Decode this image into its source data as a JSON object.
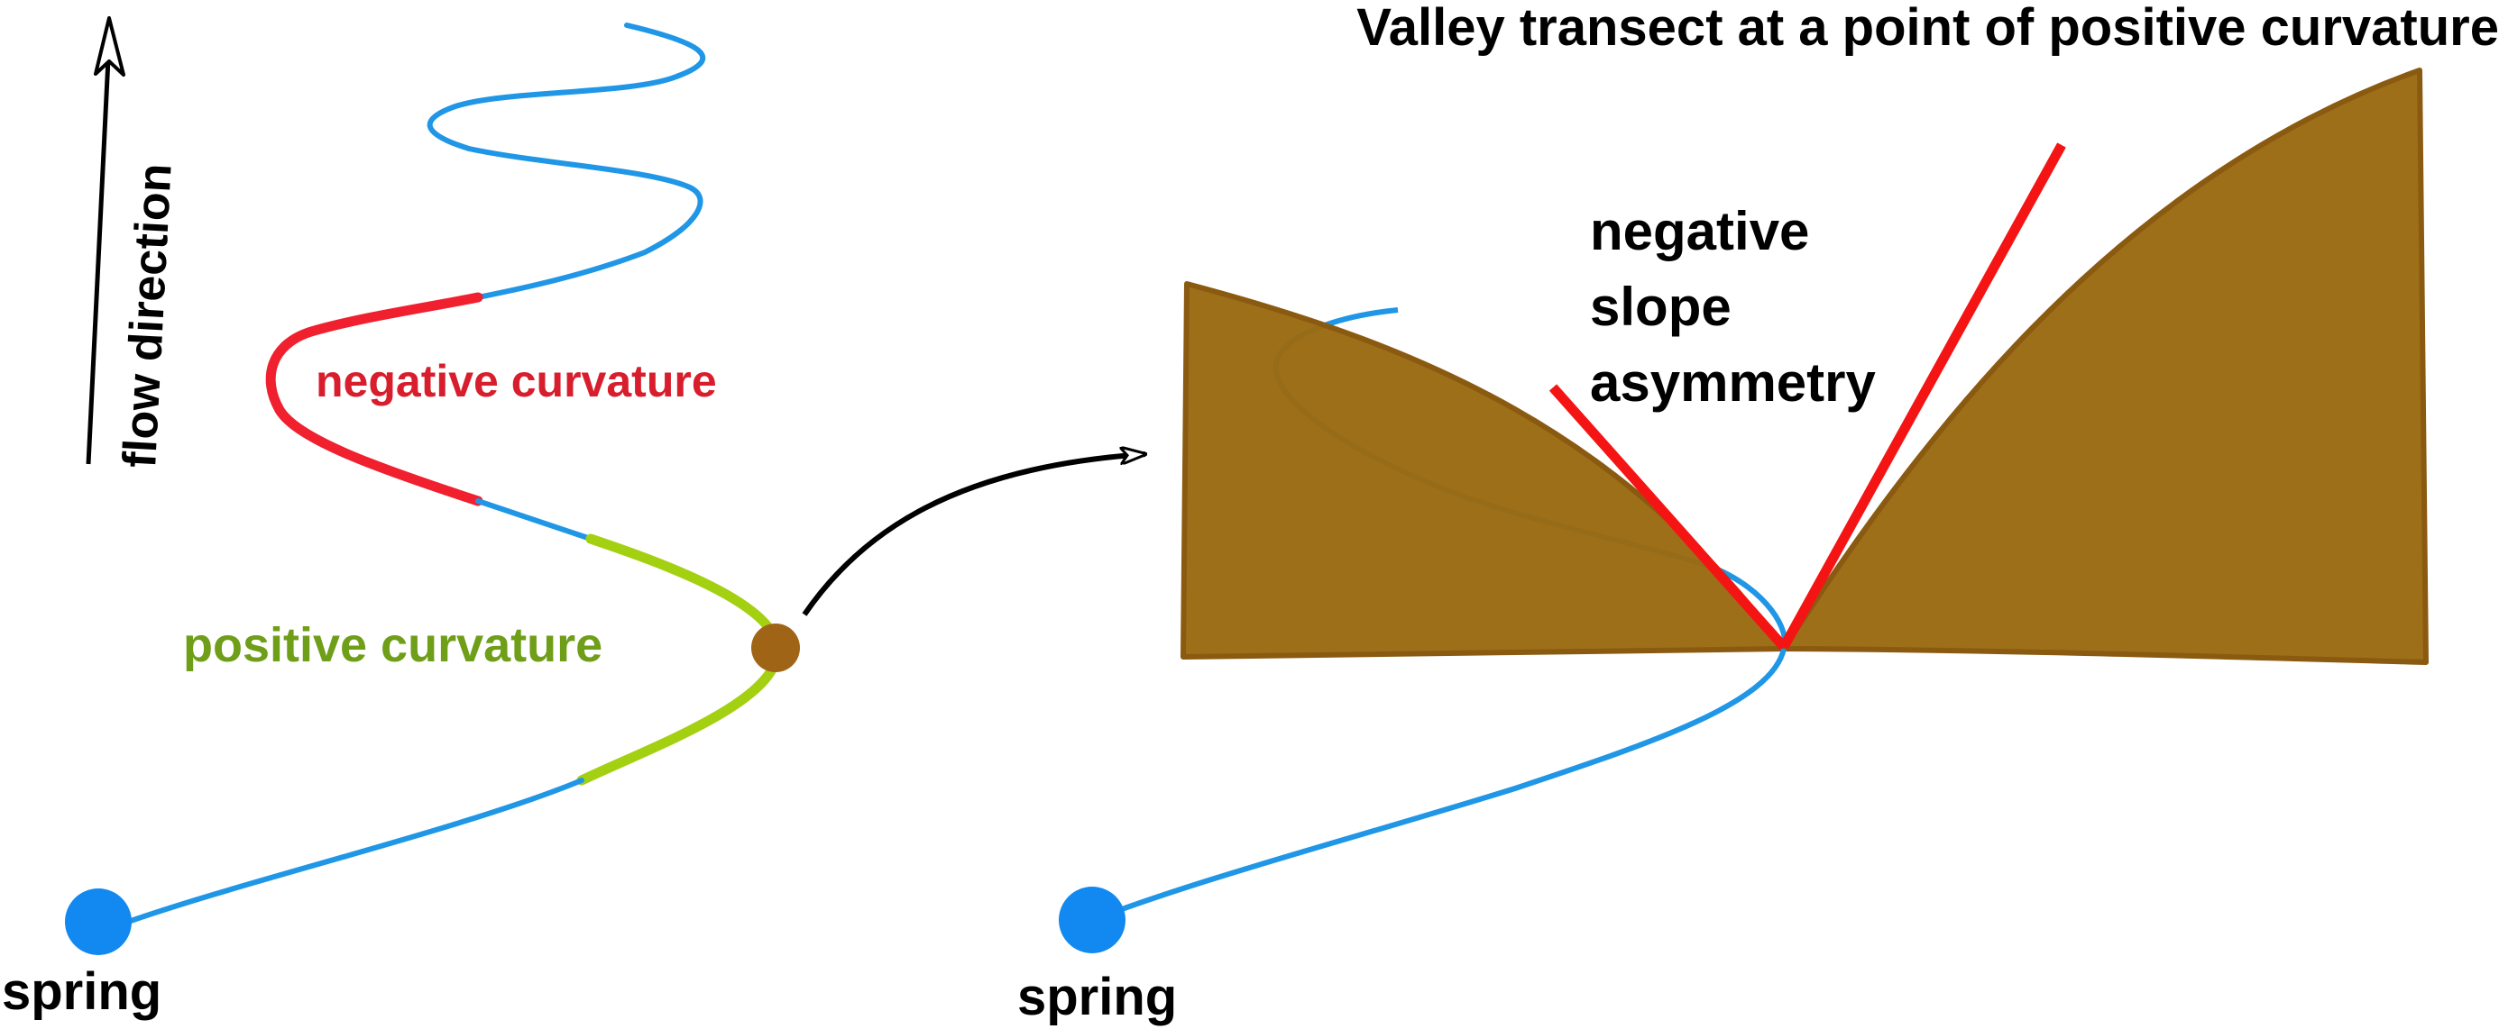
{
  "title": "Valley transect at a point of positive curvature",
  "labels": {
    "flow_direction": "flow direction",
    "negative_curvature": "negative curvature",
    "positive_curvature": "positive curvature",
    "spring_left": "spring",
    "spring_right": "spring",
    "negative_slope_asymmetry": [
      "negative",
      "slope",
      "asymmetry"
    ]
  },
  "colors": {
    "river": "#1f96e6",
    "negative_curvature": "#f0202e",
    "positive_curvature": "#a4d012",
    "positive_label": "#6f9e18",
    "negative_label": "#d81e2c",
    "valley_fill": "#9a6a12",
    "valley_edge": "#8a5a10",
    "slope_lines": "#f51414",
    "point_marker": "#a06416",
    "spring_marker": "#1289f0",
    "text": "#000000"
  }
}
